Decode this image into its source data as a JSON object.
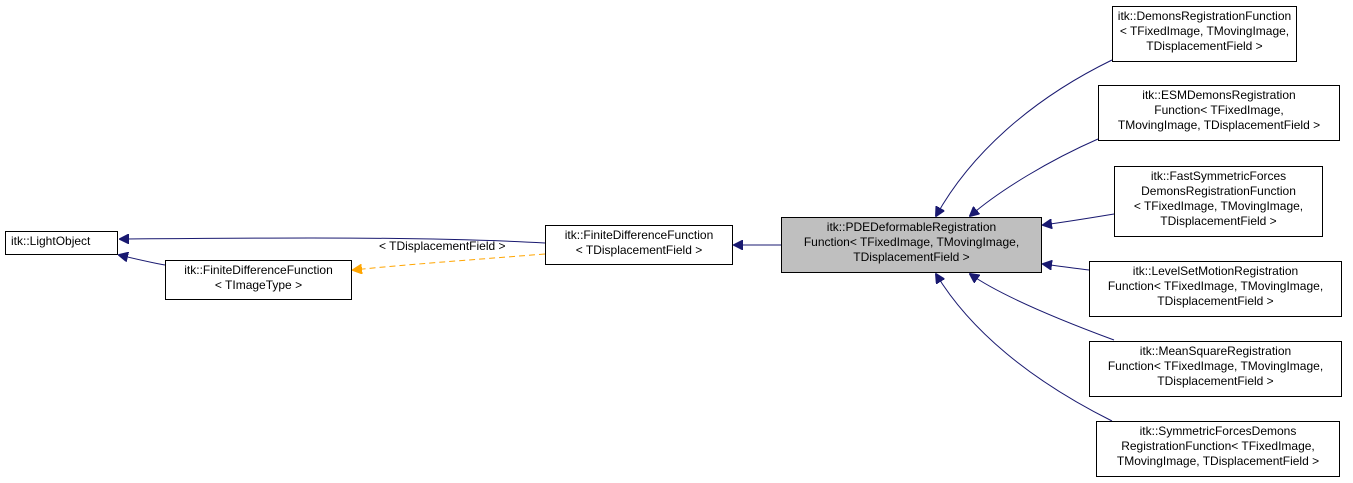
{
  "colors": {
    "inheritance_edge": "#191970",
    "template_edge": "#ffa500",
    "focus_fill": "#bfbfbf",
    "node_border": "#000000"
  },
  "nodes": {
    "light_object": {
      "lines": [
        "itk::LightObject"
      ]
    },
    "fdf_image": {
      "lines": [
        "itk::FiniteDifferenceFunction",
        "< TImageType >"
      ]
    },
    "fdf_displacement": {
      "lines": [
        "itk::FiniteDifferenceFunction",
        "< TDisplacementField >"
      ]
    },
    "pde": {
      "lines": [
        "itk::PDEDeformableRegistration",
        "Function< TFixedImage, TMovingImage,",
        "TDisplacementField >"
      ]
    },
    "demons": {
      "lines": [
        "itk::DemonsRegistrationFunction",
        "< TFixedImage, TMovingImage,",
        "TDisplacementField >"
      ]
    },
    "esm": {
      "lines": [
        "itk::ESMDemonsRegistration",
        "Function< TFixedImage,",
        "TMovingImage, TDisplacementField >"
      ]
    },
    "fast_symmetric": {
      "lines": [
        "itk::FastSymmetricForces",
        "DemonsRegistrationFunction",
        "< TFixedImage, TMovingImage,",
        "TDisplacementField >"
      ]
    },
    "levelset": {
      "lines": [
        "itk::LevelSetMotionRegistration",
        "Function< TFixedImage, TMovingImage,",
        "TDisplacementField >"
      ]
    },
    "meansquare": {
      "lines": [
        "itk::MeanSquareRegistration",
        "Function< TFixedImage, TMovingImage,",
        "TDisplacementField >"
      ]
    },
    "symmetric": {
      "lines": [
        "itk::SymmetricForcesDemons",
        "RegistrationFunction< TFixedImage,",
        "TMovingImage, TDisplacementField >"
      ]
    }
  },
  "edge_labels": {
    "template_instantiation": "< TDisplacementField >"
  }
}
